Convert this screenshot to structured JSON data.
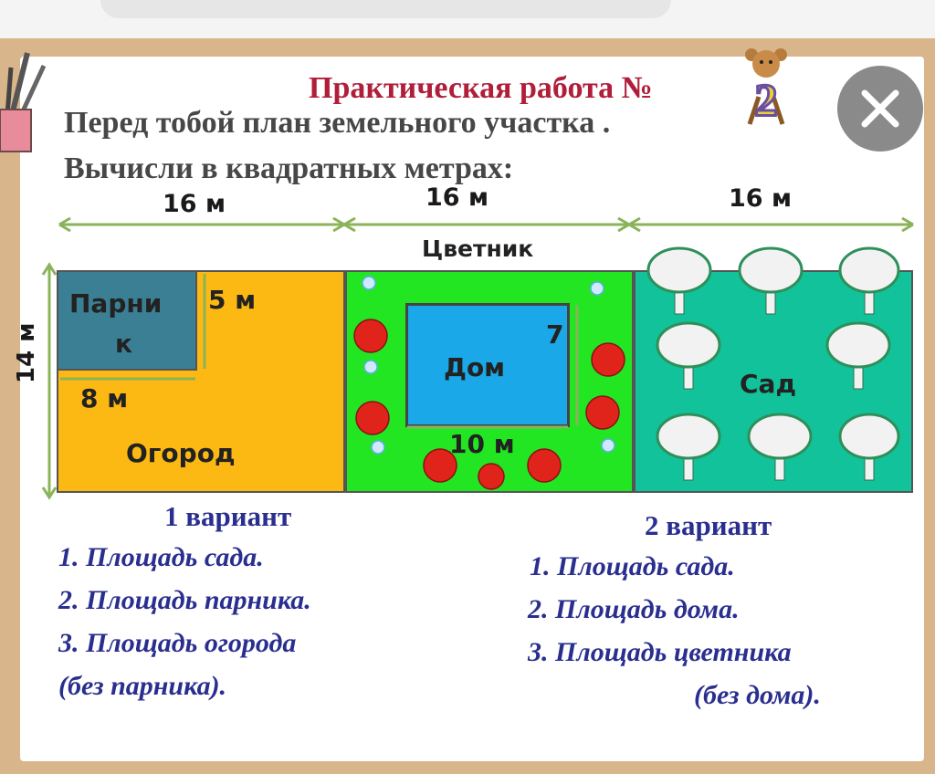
{
  "header": {
    "title": "Практическая работа №",
    "number": "2",
    "line1": "Перед тобой план земельного участка .",
    "line2": "Вычисли в квадратных метрах:"
  },
  "plan": {
    "top_dims": [
      "16 м",
      "16 м",
      "16 м"
    ],
    "height_dim": "14 м",
    "flowerbed_label": "Цветник",
    "greenhouse_label_line1": "Парни",
    "greenhouse_label_line2": "к",
    "greenhouse_height": "5 м",
    "greenhouse_width": "8 м",
    "garden_label": "Огород",
    "house_label": "Дом",
    "house_height": "7",
    "house_width": "10 м",
    "orchard_label": "Сад"
  },
  "variant1": {
    "heading": "1 вариант",
    "items": [
      "1.  Площадь сада.",
      "2. Площадь парника.",
      "3. Площадь огорода",
      "(без парника)."
    ]
  },
  "variant2": {
    "heading": "2 вариант",
    "items": [
      "1.  Площадь сада.",
      "2. Площадь дома.",
      "3. Площадь цветника",
      "(без дома)."
    ]
  },
  "colors": {
    "garden": "#fcb813",
    "flowerbed": "#22e622",
    "house": "#1aa8e8",
    "orchard": "#12c29a",
    "greenhouse": "#3b7f95"
  },
  "icons": [
    "pencil-cup-icon",
    "bear-number-icon",
    "close-icon",
    "flower-icon",
    "tree-icon"
  ]
}
